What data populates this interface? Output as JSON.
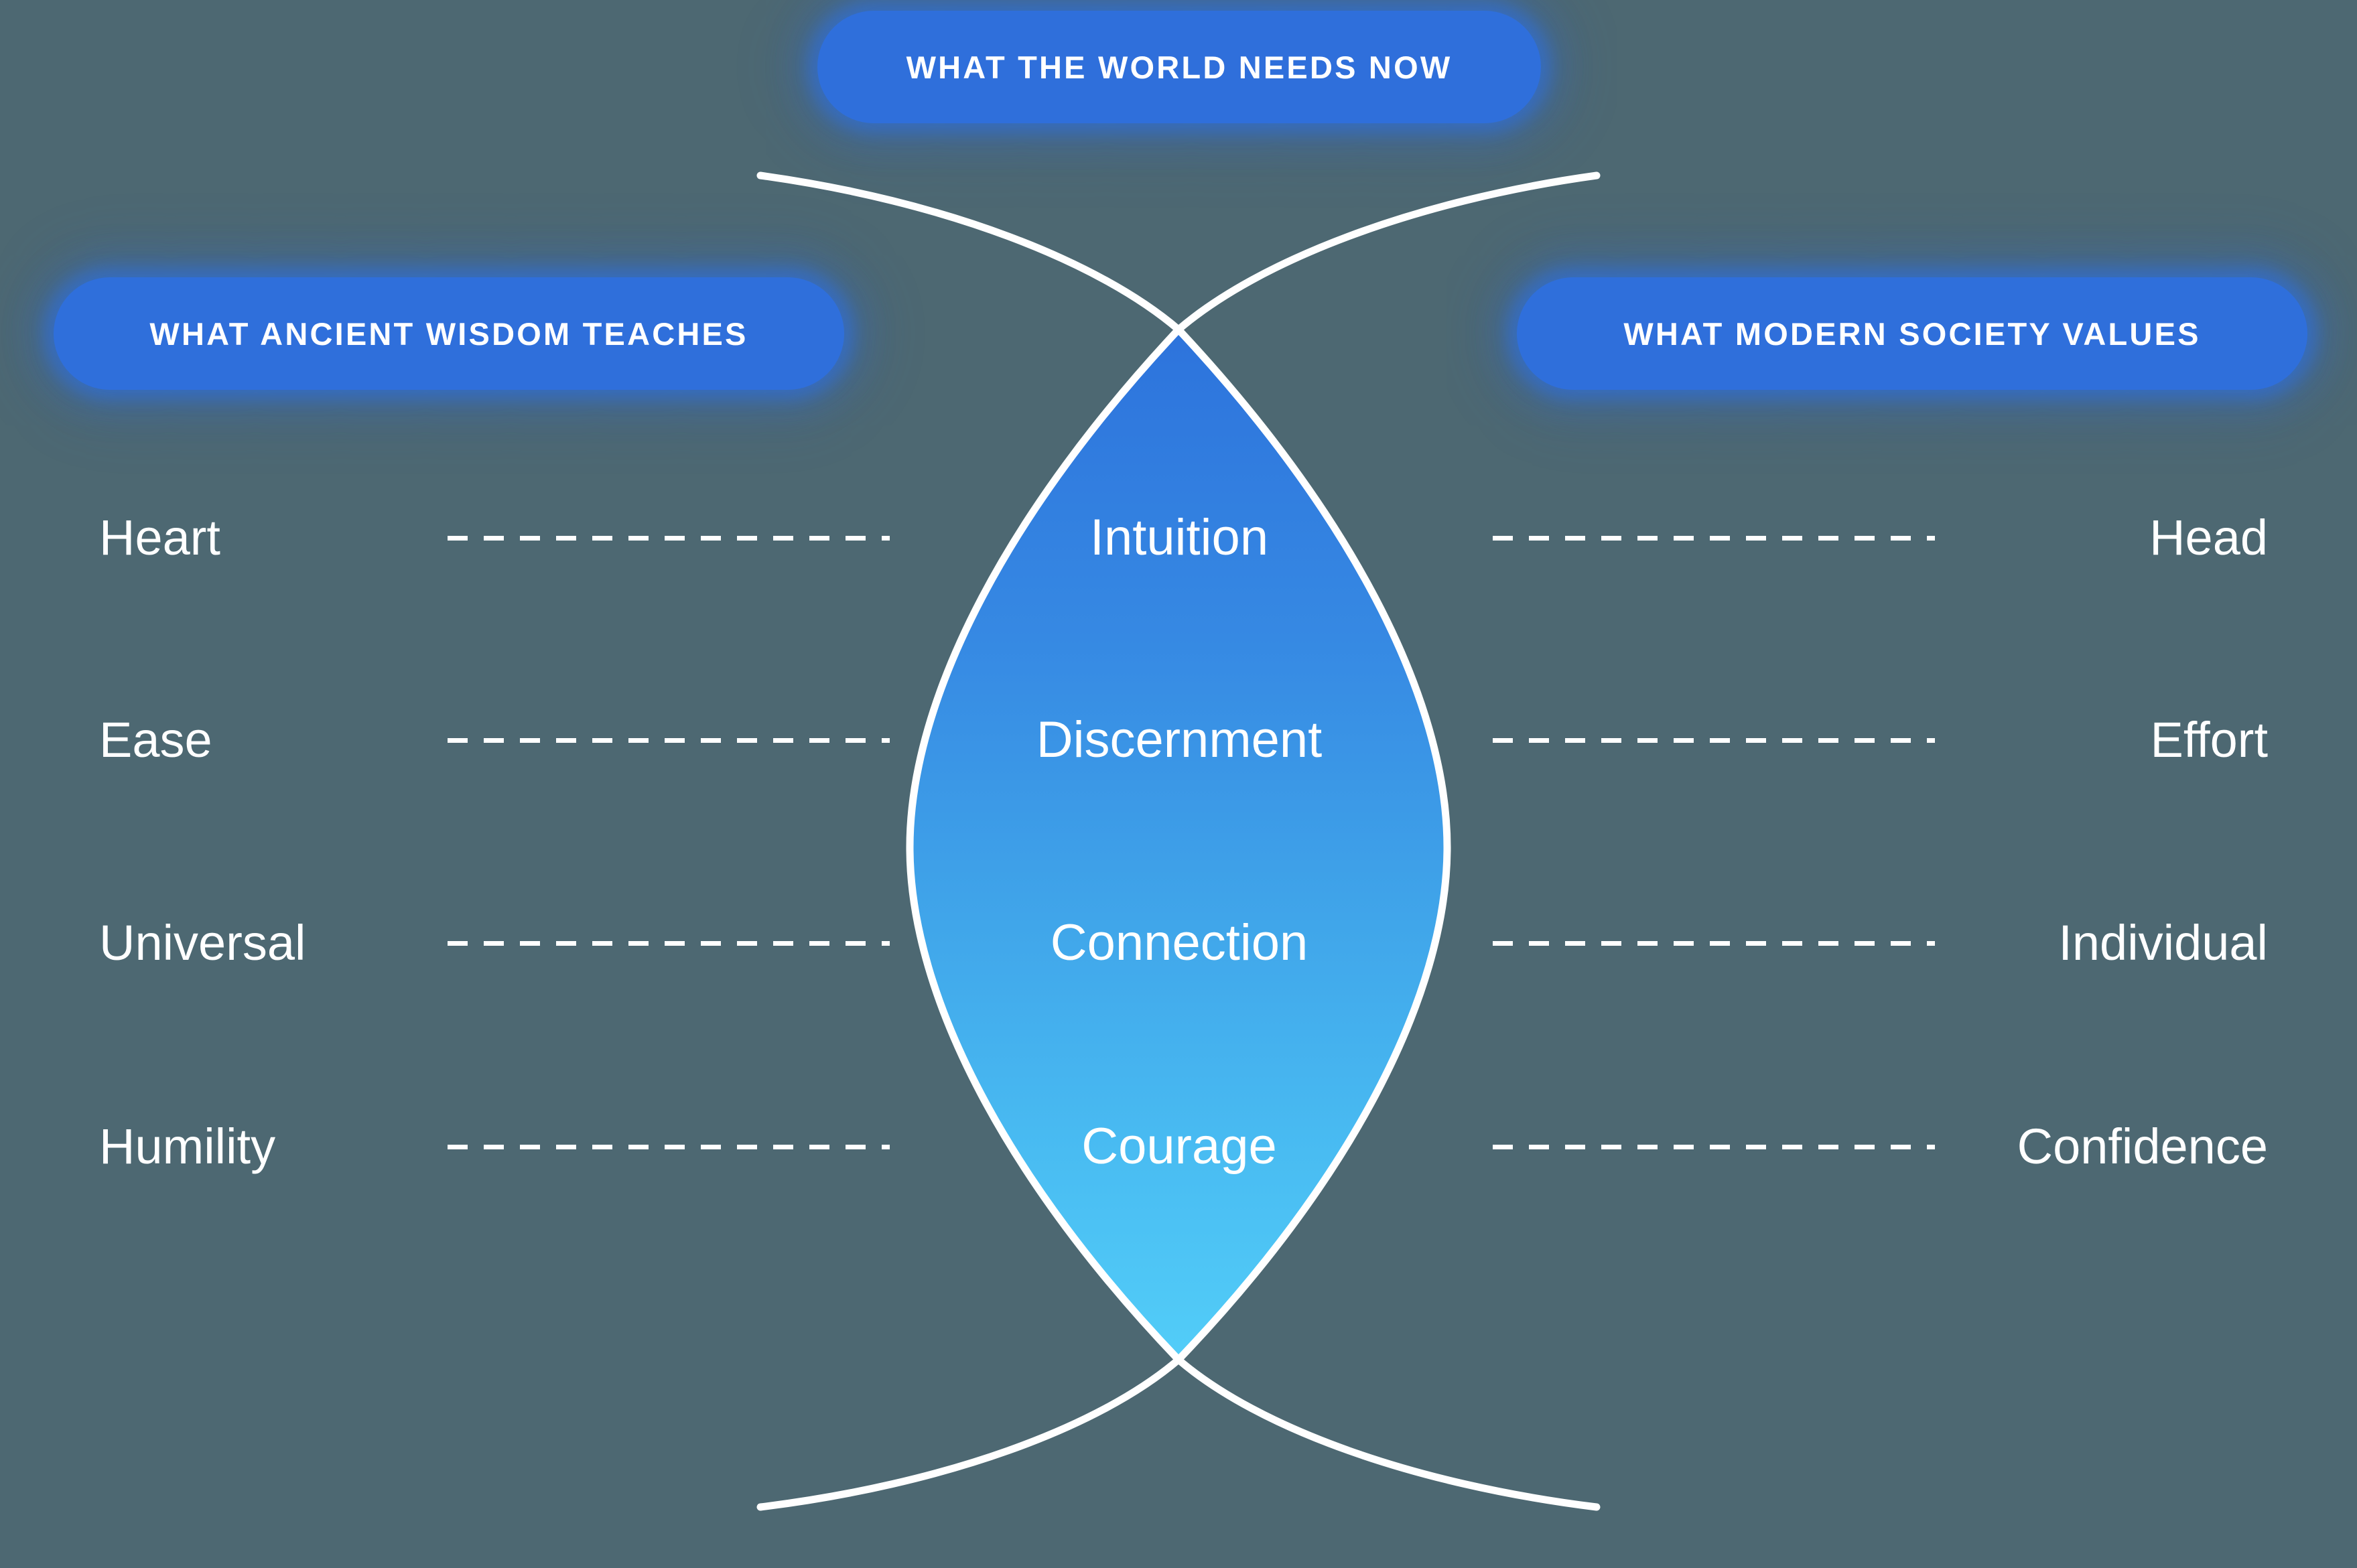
{
  "canvas": {
    "background_color": "#4d6872",
    "stroke_color": "#ffffff",
    "badge_color": "#2f6fdb",
    "lens_gradient_top": "#2d73dc",
    "lens_gradient_mid": "#3fa0e8",
    "lens_gradient_bottom": "#4ec8f5"
  },
  "badges": {
    "top": "WHAT THE WORLD NEEDS NOW",
    "left": "WHAT ANCIENT WISDOM TEACHES",
    "right": "WHAT MODERN SOCIETY VALUES"
  },
  "rows": [
    {
      "left": "Heart",
      "center": "Intuition",
      "right": "Head"
    },
    {
      "left": "Ease",
      "center": "Discernment",
      "right": "Effort"
    },
    {
      "left": "Universal",
      "center": "Connection",
      "right": "Individual"
    },
    {
      "left": "Humility",
      "center": "Courage",
      "right": "Confidence"
    }
  ]
}
